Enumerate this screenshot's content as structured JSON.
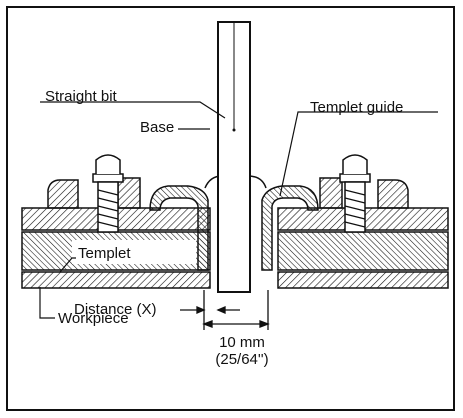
{
  "labels": {
    "straight_bit": "Straight bit",
    "base": "Base",
    "templet_guide": "Templet guide",
    "templet": "Templet",
    "distance": "Distance (X)",
    "workpiece": "Workpiece",
    "dimension_metric": "10 mm",
    "dimension_imperial": "(25/64'')"
  },
  "colors": {
    "line": "#111111",
    "background": "#ffffff"
  }
}
